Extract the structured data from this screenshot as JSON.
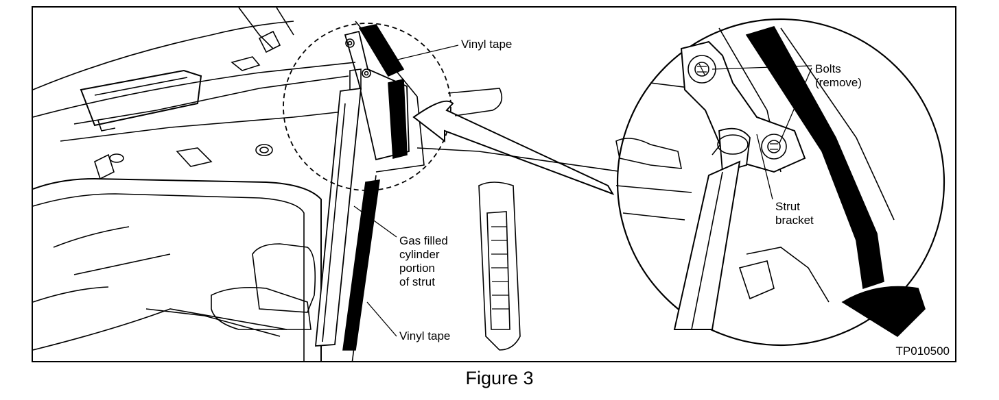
{
  "figure": {
    "caption": "Figure 3",
    "reference_code": "TP010500",
    "callouts": {
      "vinyl_tape_top": "Vinyl tape",
      "vinyl_tape_bottom": "Vinyl tape",
      "gas_cylinder": [
        "Gas filled",
        "cylinder",
        "portion",
        "of strut"
      ],
      "bolts": [
        "Bolts",
        "(remove)"
      ],
      "strut_bracket": [
        "Strut",
        "bracket"
      ]
    }
  }
}
